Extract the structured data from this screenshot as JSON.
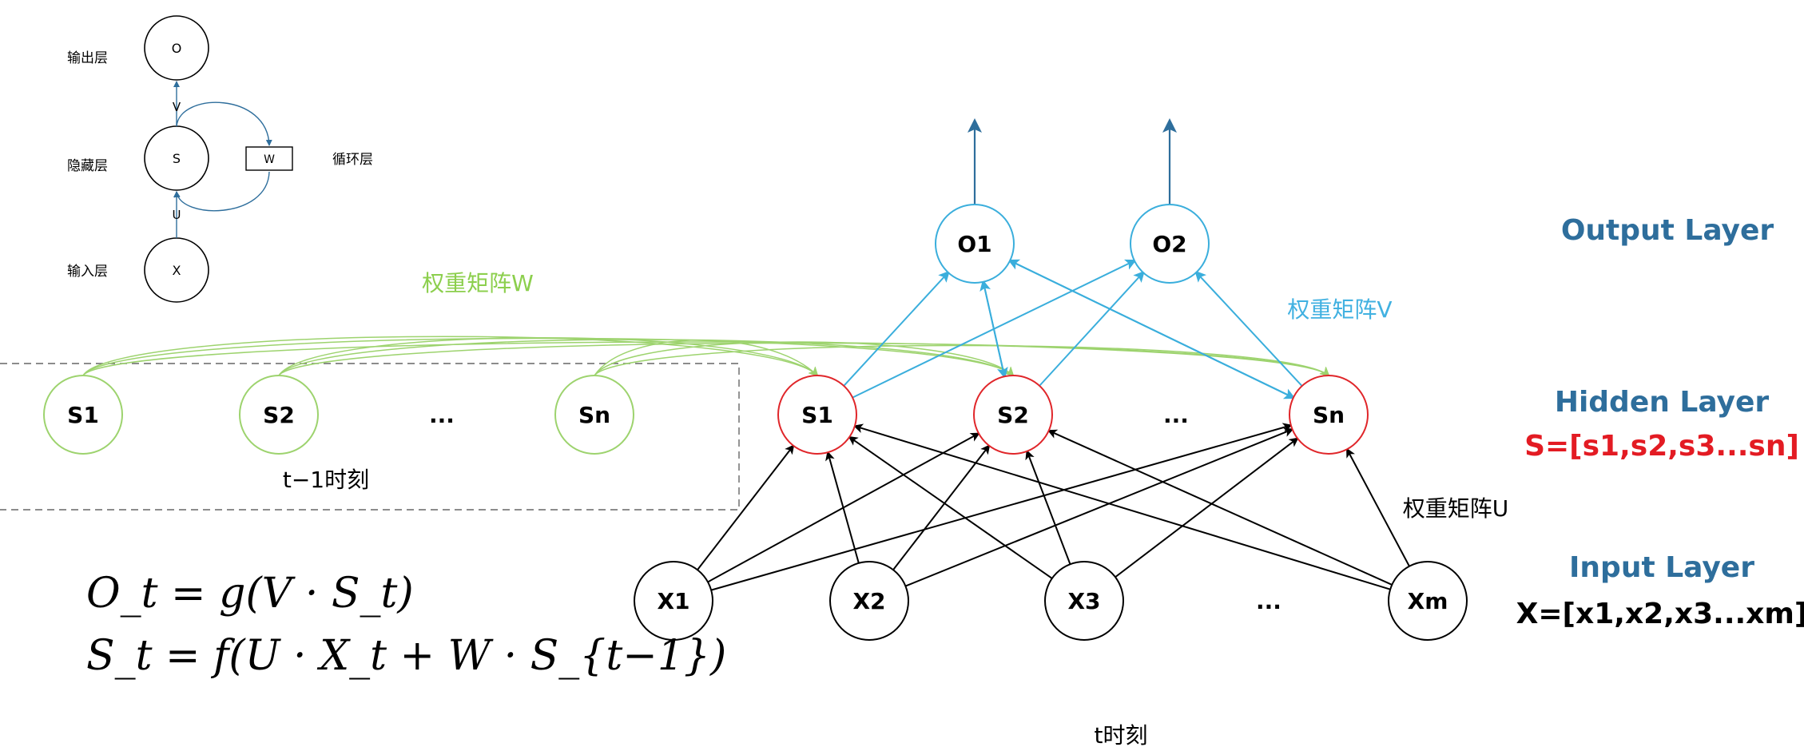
{
  "mini_diagram": {
    "output_label": "输出层",
    "hidden_label": "隐藏层",
    "input_label": "输入层",
    "recurrent_label": "循环层",
    "node_o": "O",
    "node_s": "S",
    "node_x": "X",
    "node_w": "W",
    "edge_v": "V",
    "edge_u": "U"
  },
  "prev_step": {
    "nodes": [
      "S1",
      "S2",
      "...",
      "Sn"
    ],
    "caption": "t−1时刻",
    "weight_label": "权重矩阵W"
  },
  "current_step": {
    "output_nodes": [
      "O1",
      "O2"
    ],
    "hidden_nodes": [
      "S1",
      "S2",
      "...",
      "Sn"
    ],
    "input_nodes": [
      "X1",
      "X2",
      "X3",
      "...",
      "Xm"
    ],
    "weight_v_label": "权重矩阵V",
    "weight_u_label": "权重矩阵U",
    "caption": "t时刻"
  },
  "layers": {
    "output": "Output Layer",
    "hidden": "Hidden Layer",
    "hidden_formula": "S=[s1,s2,s3...sn]",
    "input": "Input Layer",
    "input_formula": "X=[x1,x2,x3...xm]"
  },
  "equations": {
    "line1": "O_t = g(V · S_t)",
    "line2": "S_t = f(U · X_t + W · S_{t−1})"
  },
  "colors": {
    "hidden_prev": "#9dd36e",
    "hidden_curr": "#e0262a",
    "output_node": "#3aaedc",
    "layer_title": "#2e6e9c",
    "formula_red": "#e31b23",
    "v_label": "#41b1e1",
    "w_label": "#8ccf4d"
  }
}
